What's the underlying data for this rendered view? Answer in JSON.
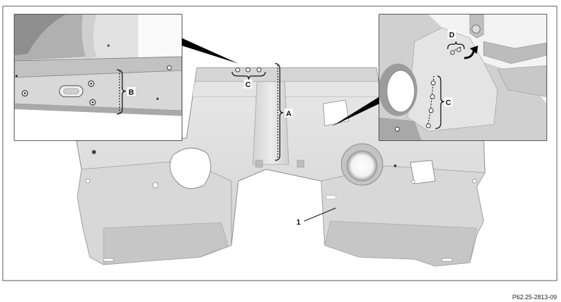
{
  "figure_id": "P62.25-2813-09",
  "labels": {
    "a": "A",
    "b": "B",
    "c_main": "C",
    "c_detail": "C",
    "d": "D",
    "part_1": "1"
  },
  "colors": {
    "panel_light": "#e6e6e6",
    "panel_mid": "#c9c9c9",
    "panel_dark": "#a5a5a5",
    "edge": "#7a7a7a",
    "callout": "#000000"
  }
}
